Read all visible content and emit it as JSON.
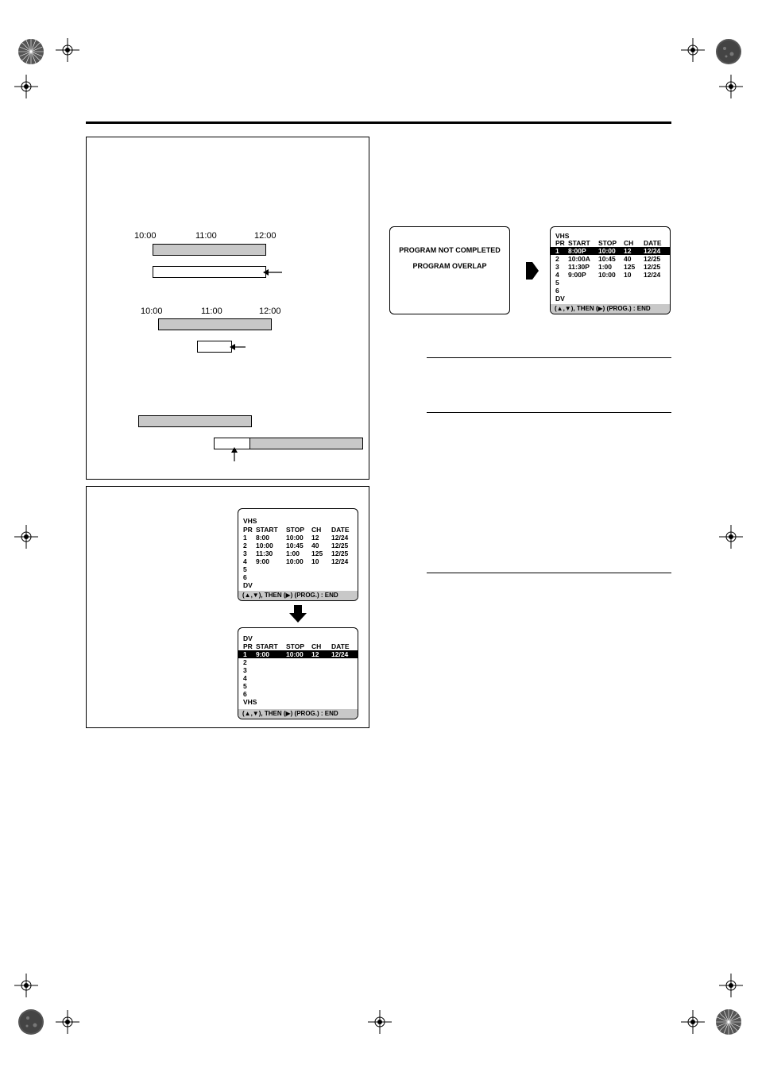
{
  "timeline_1": {
    "ticks": [
      "10:00",
      "11:00",
      "12:00"
    ]
  },
  "timeline_2": {
    "ticks": [
      "10:00",
      "11:00",
      "12:00"
    ]
  },
  "message_screen": {
    "line1": "PROGRAM NOT COMPLETED",
    "line2": "PROGRAM OVERLAP"
  },
  "vhs_screen_right": {
    "title": "VHS",
    "headers": [
      "PR",
      "START",
      "STOP",
      "CH",
      "DATE"
    ],
    "rows": [
      [
        "1",
        "8:00P",
        "10:00",
        "12",
        "12/24"
      ],
      [
        "2",
        "10:00A",
        "10:45",
        "40",
        "12/25"
      ],
      [
        "3",
        "11:30P",
        "1:00",
        "125",
        "12/25"
      ],
      [
        "4",
        "9:00P",
        "10:00",
        "10",
        "12/24"
      ],
      [
        "5",
        "",
        "",
        "",
        ""
      ],
      [
        "6",
        "",
        "",
        "",
        ""
      ],
      [
        "DV",
        "",
        "",
        "",
        ""
      ]
    ],
    "footer": "(▲,▼), THEN (▶) (PROG.) : END"
  },
  "vhs_screen_left": {
    "title": "VHS",
    "headers": [
      "PR",
      "START",
      "STOP",
      "CH",
      "DATE"
    ],
    "rows": [
      [
        "1",
        "8:00",
        "10:00",
        "12",
        "12/24"
      ],
      [
        "2",
        "10:00",
        "10:45",
        "40",
        "12/25"
      ],
      [
        "3",
        "11:30",
        "1:00",
        "125",
        "12/25"
      ],
      [
        "4",
        "9:00",
        "10:00",
        "10",
        "12/24"
      ],
      [
        "5",
        "",
        "",
        "",
        ""
      ],
      [
        "6",
        "",
        "",
        "",
        ""
      ],
      [
        "DV",
        "",
        "",
        "",
        ""
      ]
    ],
    "footer": "(▲,▼), THEN (▶) (PROG.) : END"
  },
  "dv_screen_left": {
    "title": "DV",
    "headers": [
      "PR",
      "START",
      "STOP",
      "CH",
      "DATE"
    ],
    "rows": [
      [
        "1",
        "9:00",
        "10:00",
        "12",
        "12/24"
      ],
      [
        "2",
        "",
        "",
        "",
        ""
      ],
      [
        "3",
        "",
        "",
        "",
        ""
      ],
      [
        "4",
        "",
        "",
        "",
        ""
      ],
      [
        "5",
        "",
        "",
        "",
        ""
      ],
      [
        "6",
        "",
        "",
        "",
        ""
      ],
      [
        "VHS",
        "",
        "",
        "",
        ""
      ]
    ],
    "footer": "(▲,▼), THEN (▶) (PROG.) : END"
  },
  "colors": {
    "bar_fill": "#c8c8c8",
    "ink": "#000000"
  }
}
